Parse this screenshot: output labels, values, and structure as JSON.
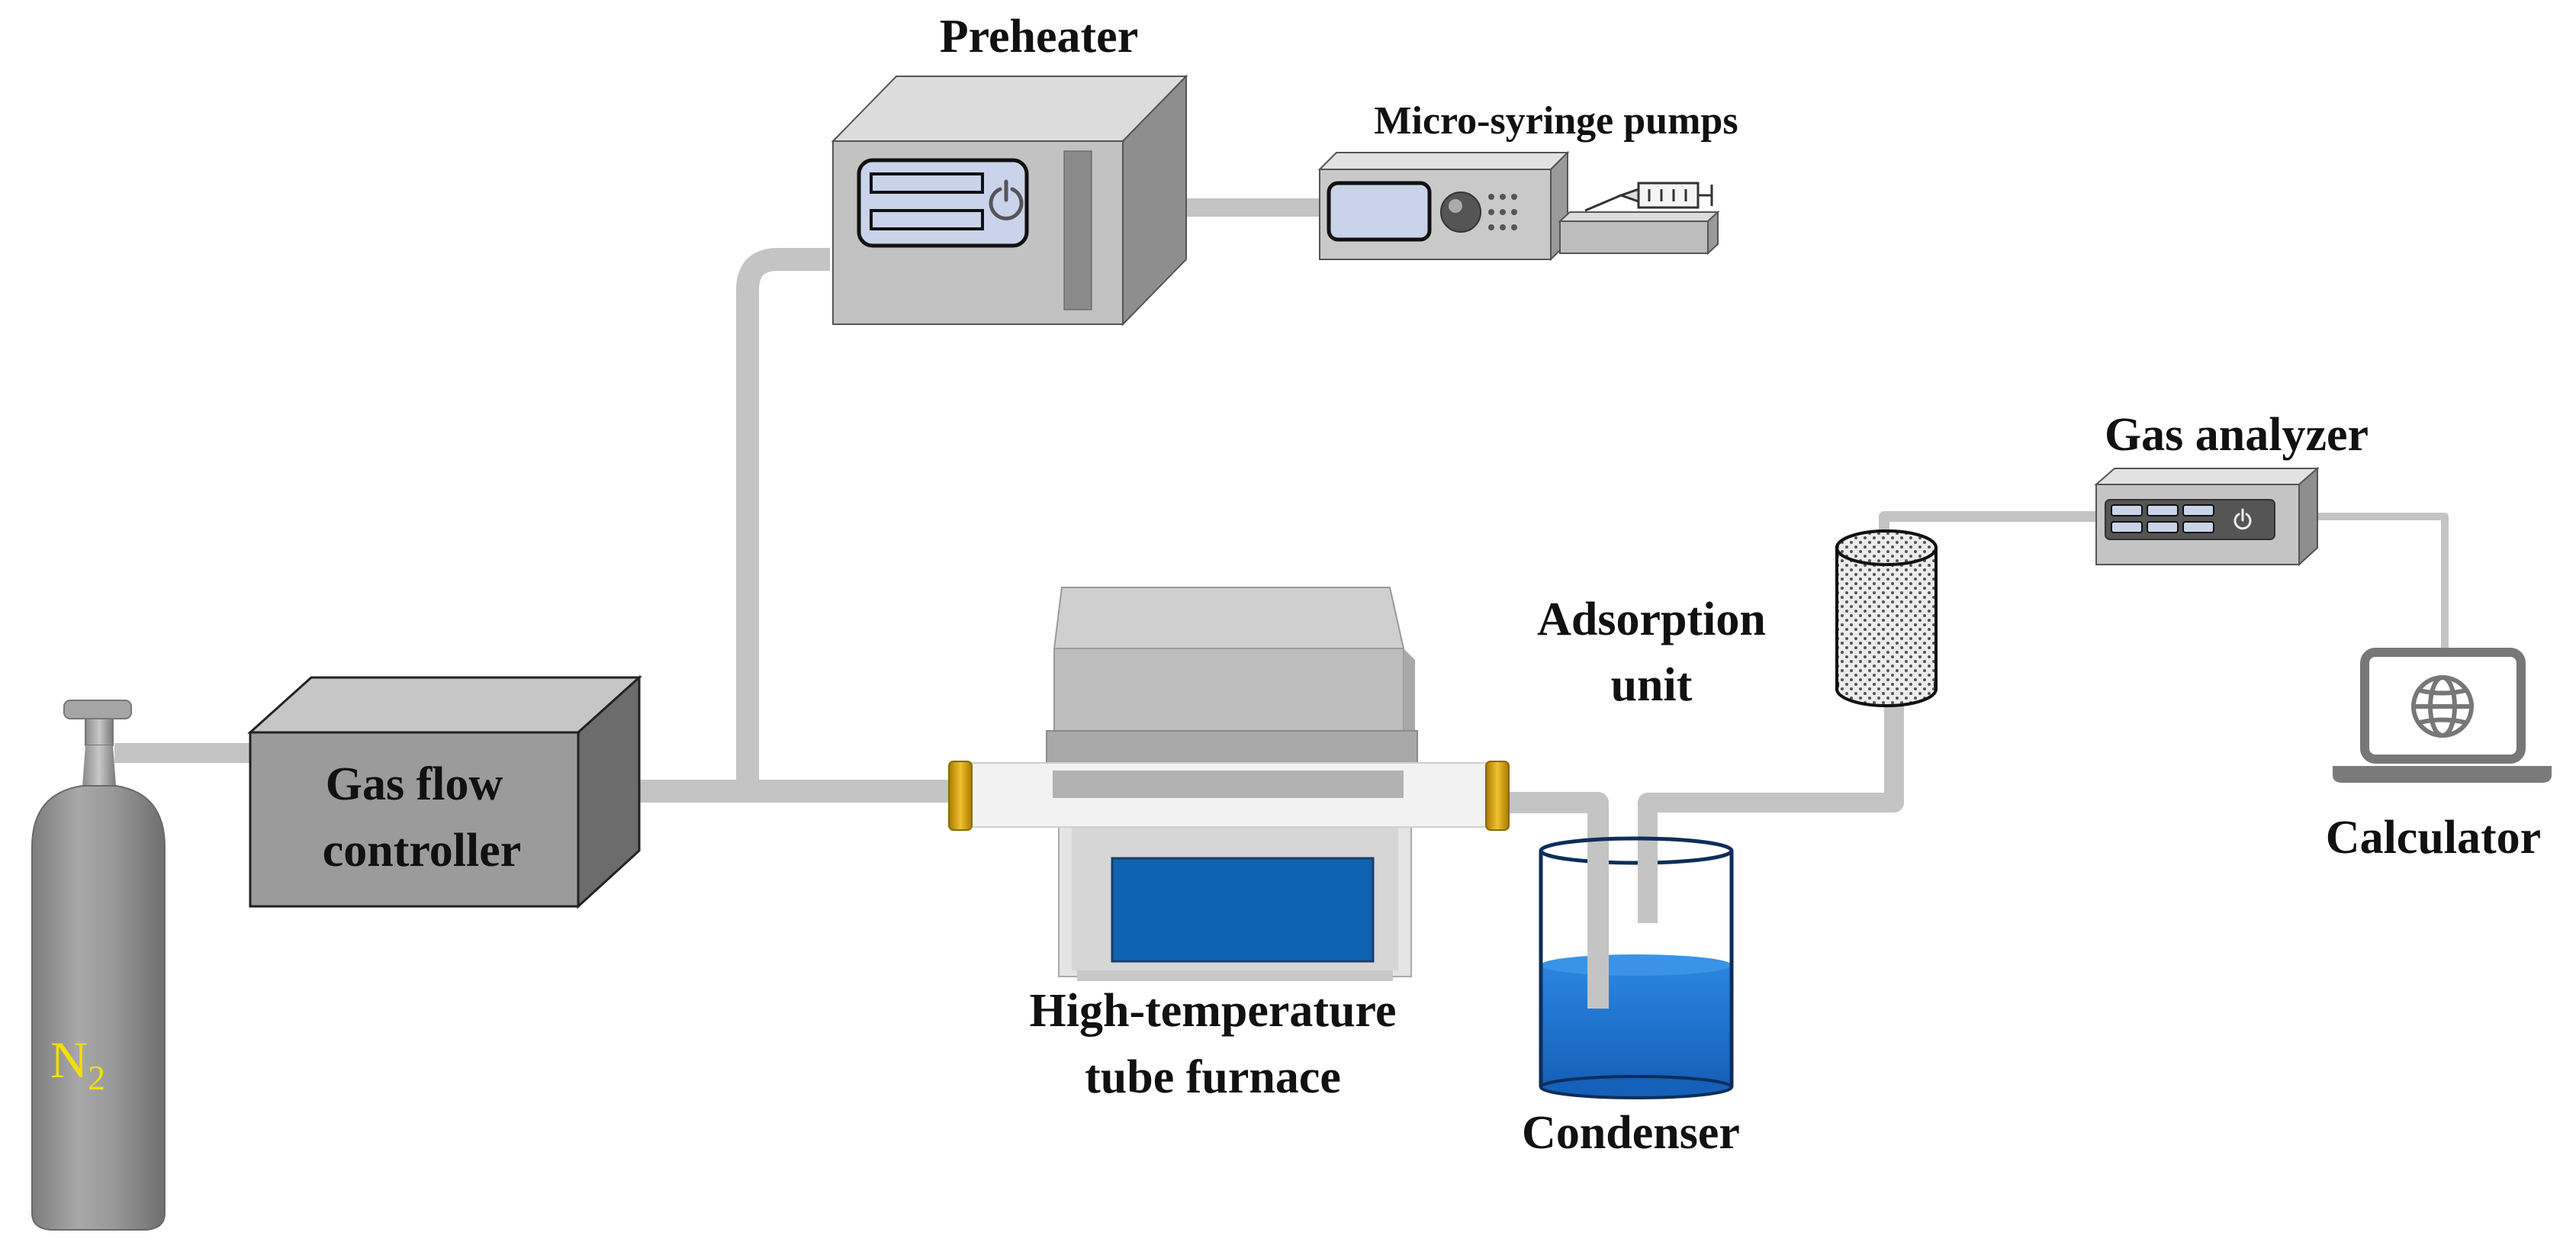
{
  "labels": {
    "preheater": "Preheater",
    "micro_syringe_pumps": "Micro-syringe pumps",
    "gas_analyzer": "Gas analyzer",
    "adsorption_line1": "Adsorption",
    "adsorption_line2": "unit",
    "gas_flow_line1": "Gas flow",
    "gas_flow_line2": "controller",
    "furnace_line1": "High-temperature",
    "furnace_line2": "tube furnace",
    "condenser": "Condenser",
    "calculator": "Calculator",
    "cylinder_symbol": "N",
    "cylinder_subscript": "2"
  },
  "colors": {
    "pipe": "#c4c4c4",
    "device_gray": "#9a9a9a",
    "device_light": "#d4d4d4",
    "screen": "#c9d3ea",
    "water": "#1e73d2",
    "furnace_window": "#0f63b0",
    "flange": "#d4a017",
    "n2_text": "#f0e000"
  },
  "icons": {
    "power": "power-icon",
    "globe": "globe-icon"
  }
}
